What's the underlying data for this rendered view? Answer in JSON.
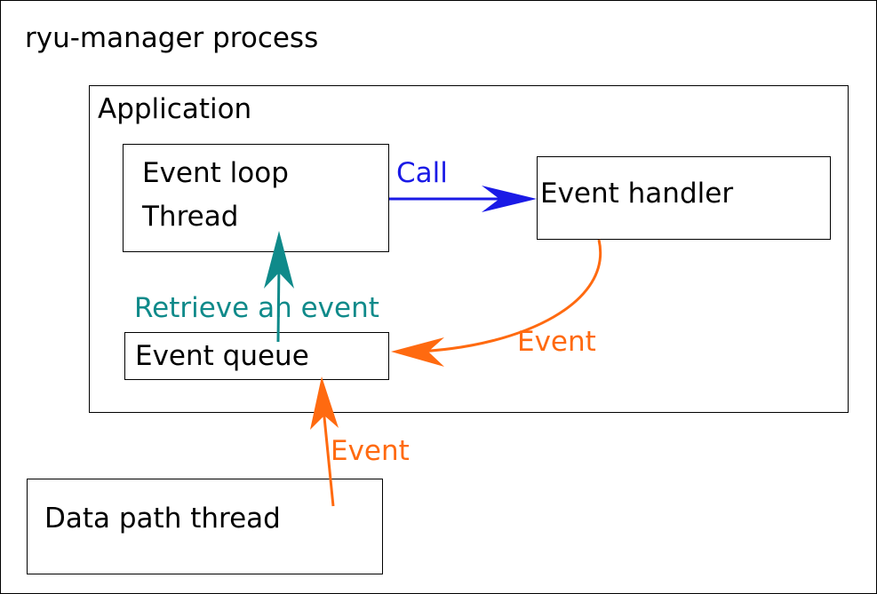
{
  "diagram": {
    "outer_label": "ryu-manager process",
    "application_label": "Application",
    "event_loop_line1": "Event loop",
    "event_loop_line2": "Thread",
    "event_handler_label": "Event handler",
    "event_queue_label": "Event queue",
    "data_path_label": "Data path thread",
    "call_label": "Call",
    "retrieve_label": "Retrieve an event",
    "event_label_right": "Event",
    "event_label_bottom": "Event",
    "colors": {
      "call": "#1a1ae6",
      "retrieve": "#0f8a8a",
      "event": "#ff6a10"
    }
  }
}
